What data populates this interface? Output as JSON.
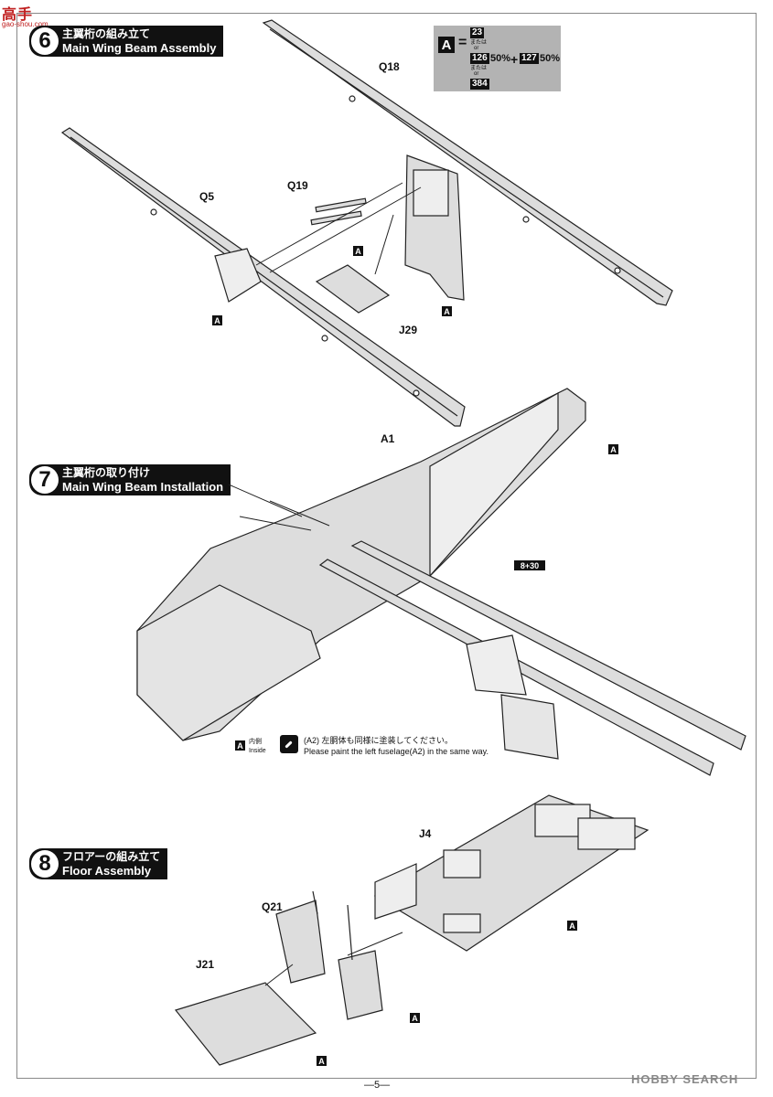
{
  "watermark_top": {
    "main": "高手",
    "sub": "gao-shou.com"
  },
  "steps": [
    {
      "num": "6",
      "jp": "主翼桁の組み立て",
      "en": "Main Wing Beam Assembly"
    },
    {
      "num": "7",
      "jp": "主翼桁の取り付け",
      "en": "Main Wing Beam Installation"
    },
    {
      "num": "8",
      "jp": "フロアーの組み立て",
      "en": "Floor Assembly"
    }
  ],
  "color_box": {
    "letter": "A",
    "eq": "=",
    "c1": "23",
    "or1": "または",
    "or1_en": "or",
    "c2": "126",
    "pct1": "50%",
    "plus": "+",
    "c3": "127",
    "pct2": "50%",
    "or2": "または",
    "or2_en": "or",
    "c4": "384"
  },
  "parts": {
    "q18": "Q18",
    "q5": "Q5",
    "q19": "Q19",
    "j29": "J29",
    "a1": "A1",
    "j4": "J4",
    "q21": "Q21",
    "j21": "J21",
    "a": "A",
    "sub_ref": "8+30"
  },
  "note": {
    "jp": "(A2) 左胴体も同様に塗装してください。",
    "en": "Please paint the left fuselage(A2) in the same way.",
    "inside_jp": "内側",
    "inside_en": "Inside"
  },
  "page_number": "—5—",
  "watermark": "HOBBY SEARCH"
}
